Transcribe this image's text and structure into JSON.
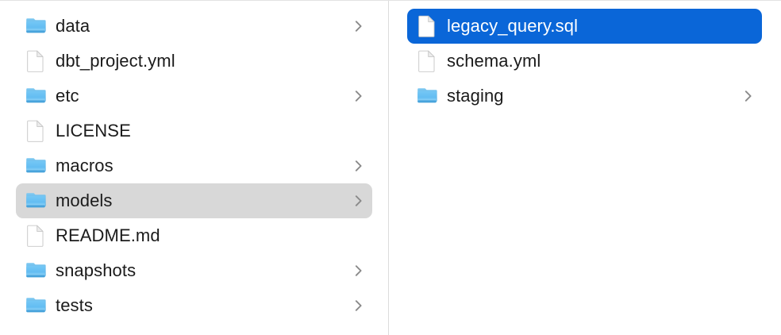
{
  "app": {
    "name": "Finder",
    "view": "column-view",
    "accent_selected_color": "#0a66d8",
    "inactive_selected_color": "#d8d8d8",
    "text_color": "#1b1b1b",
    "selected_text_color": "#ffffff",
    "folder_icon_color": "#53b9f0",
    "divider_color": "#dcdcdc"
  },
  "columns": [
    {
      "name": "project-root-column",
      "items": [
        {
          "label": "data",
          "kind": "folder",
          "icon": "folder-icon",
          "has_chevron": true,
          "state": "normal"
        },
        {
          "label": "dbt_project.yml",
          "kind": "file",
          "icon": "document-icon",
          "has_chevron": false,
          "state": "normal"
        },
        {
          "label": "etc",
          "kind": "folder",
          "icon": "folder-icon",
          "has_chevron": true,
          "state": "normal"
        },
        {
          "label": "LICENSE",
          "kind": "file",
          "icon": "document-icon",
          "has_chevron": false,
          "state": "normal"
        },
        {
          "label": "macros",
          "kind": "folder",
          "icon": "folder-icon",
          "has_chevron": true,
          "state": "normal"
        },
        {
          "label": "models",
          "kind": "folder",
          "icon": "folder-icon",
          "has_chevron": true,
          "state": "selected-inactive"
        },
        {
          "label": "README.md",
          "kind": "file",
          "icon": "document-icon",
          "has_chevron": false,
          "state": "normal"
        },
        {
          "label": "snapshots",
          "kind": "folder",
          "icon": "folder-icon",
          "has_chevron": true,
          "state": "normal"
        },
        {
          "label": "tests",
          "kind": "folder",
          "icon": "folder-icon",
          "has_chevron": true,
          "state": "normal"
        }
      ]
    },
    {
      "name": "models-column",
      "items": [
        {
          "label": "legacy_query.sql",
          "kind": "file",
          "icon": "document-icon",
          "has_chevron": false,
          "state": "selected-active"
        },
        {
          "label": "schema.yml",
          "kind": "file",
          "icon": "document-icon",
          "has_chevron": false,
          "state": "normal"
        },
        {
          "label": "staging",
          "kind": "folder",
          "icon": "folder-icon",
          "has_chevron": true,
          "state": "normal"
        }
      ]
    }
  ]
}
